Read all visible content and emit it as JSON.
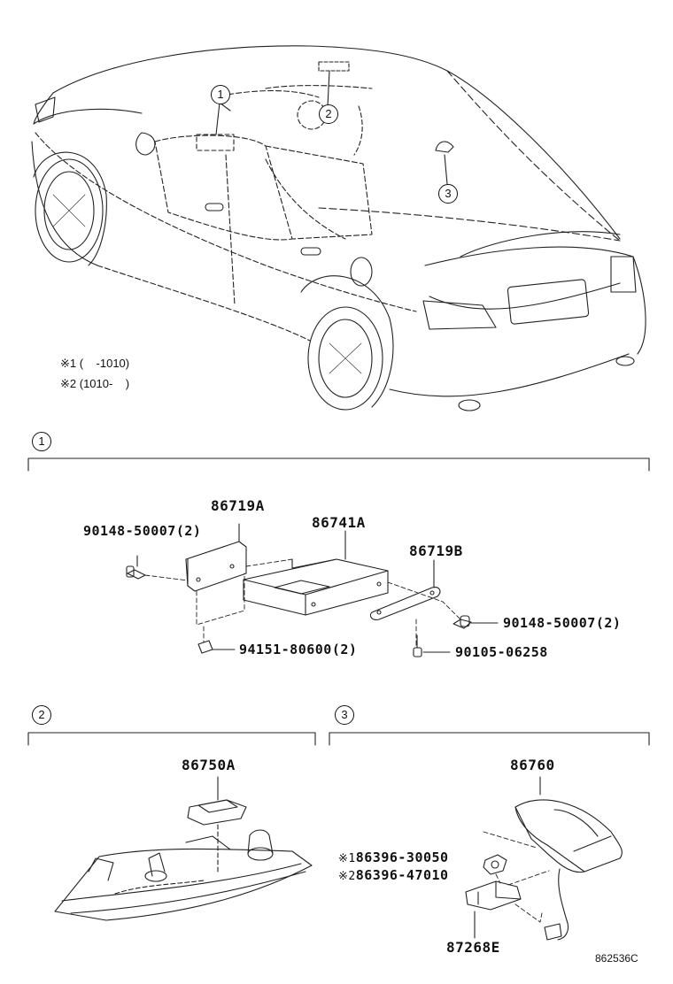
{
  "diagram": {
    "notes": {
      "note1_mark": "※1",
      "note1_text": "(    -1010)",
      "note2_mark": "※2",
      "note2_text": "(1010-    )"
    },
    "overview_callouts": [
      "1",
      "2",
      "3"
    ],
    "sections": {
      "s1": {
        "number": "1",
        "parts": {
          "p86719A": "86719A",
          "p86741A": "86741A",
          "p86719B": "86719B",
          "bolt_left": "90148-50007(2)",
          "bolt_right": "90148-50007(2)",
          "clip": "94151-80600(2)",
          "screw": "90105-06258"
        }
      },
      "s2": {
        "number": "2",
        "parts": {
          "p86750A": "86750A"
        }
      },
      "s3": {
        "number": "3",
        "parts": {
          "p86760": "86760",
          "alt1_mark": "※1",
          "alt1": "86396-30050",
          "alt2_mark": "※2",
          "alt2": "86396-47010",
          "p87268E": "87268E"
        }
      }
    },
    "figure_code": "862536C"
  }
}
